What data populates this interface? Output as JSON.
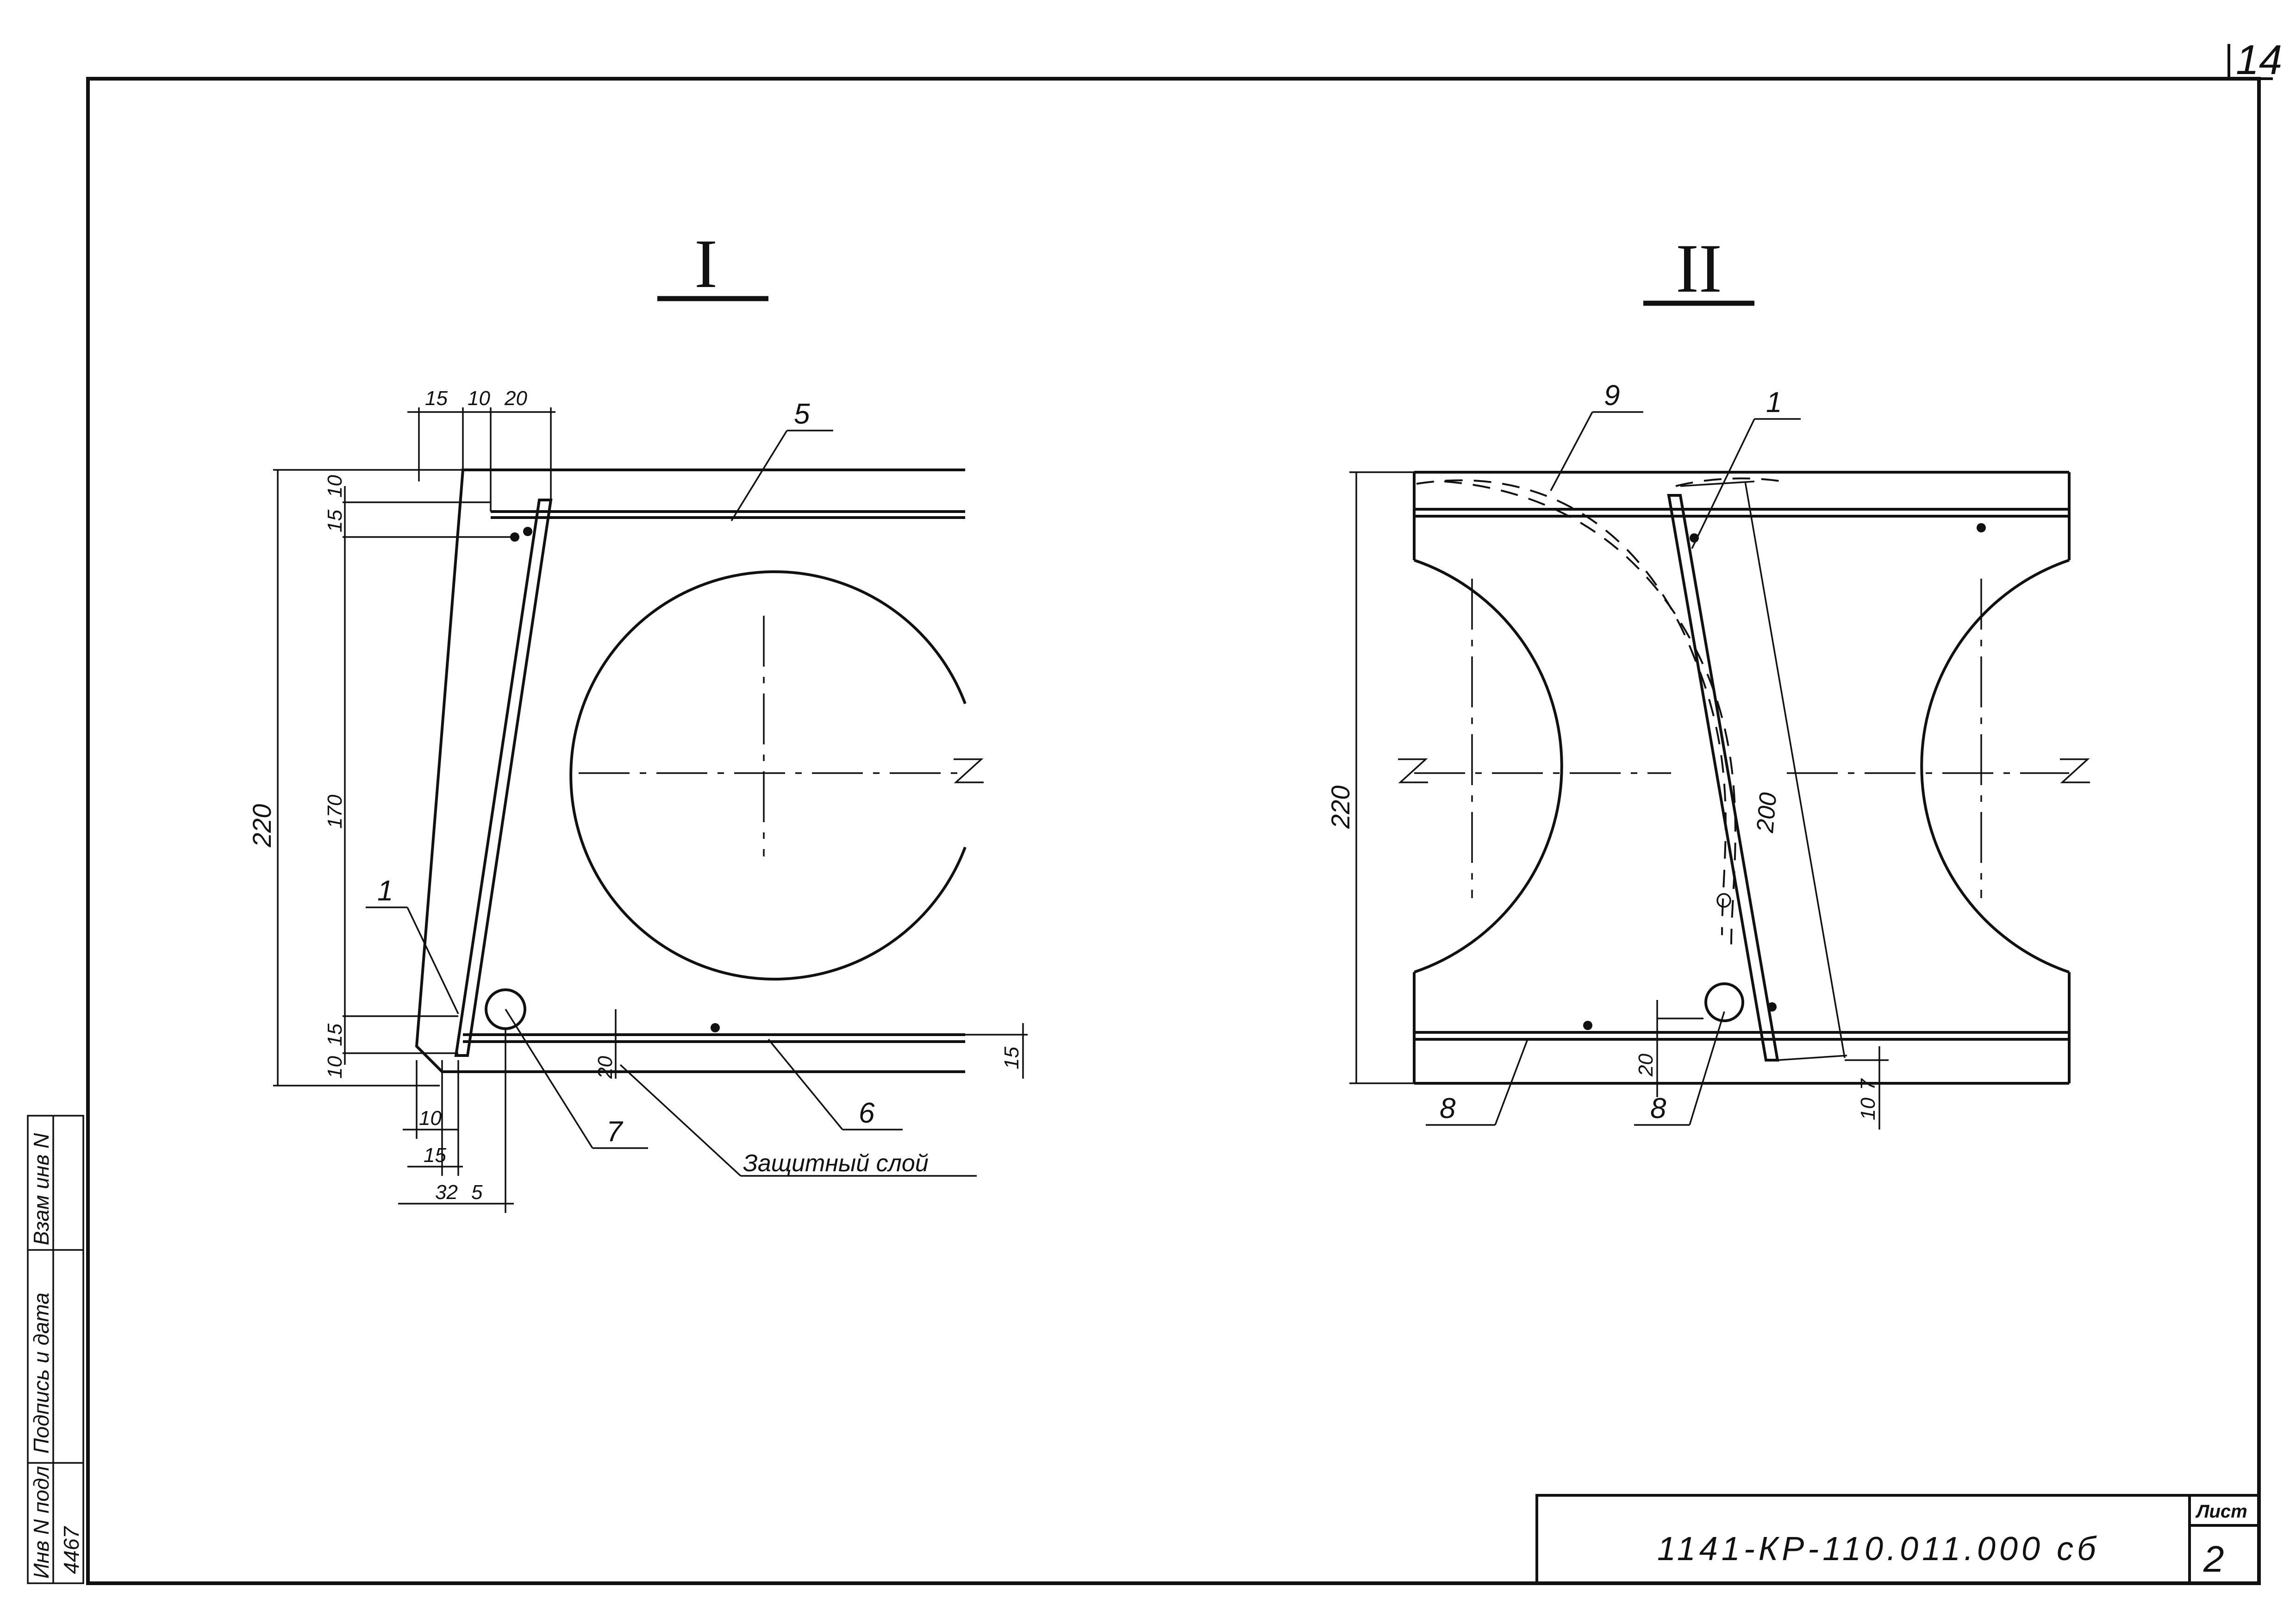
{
  "page": {
    "corner_number": "14"
  },
  "section_1": {
    "title": "I",
    "top_dims": [
      "15",
      "10",
      "20"
    ],
    "left_dims": [
      "220",
      "10",
      "15",
      "170",
      "15",
      "10"
    ],
    "bottom_dims": [
      "10",
      "15",
      "32",
      "5"
    ],
    "inner_dims": [
      "20",
      "15"
    ],
    "callouts": [
      "5",
      "1",
      "7",
      "6"
    ],
    "note": "Защитный слой"
  },
  "section_2": {
    "title": "II",
    "left_dim": "220",
    "inner_dims": [
      "200",
      "20",
      "10",
      "7"
    ],
    "callouts": [
      "9",
      "1",
      "8",
      "8"
    ]
  },
  "stamp": {
    "side_labels": [
      "Взам инв N",
      "Подпись и дата",
      "Инв N подл"
    ],
    "handwritten_number": "4467"
  },
  "title_block": {
    "document_code": "1141-КР-110.011.000 сб",
    "sheet_label": "Лист",
    "sheet_number": "2"
  }
}
